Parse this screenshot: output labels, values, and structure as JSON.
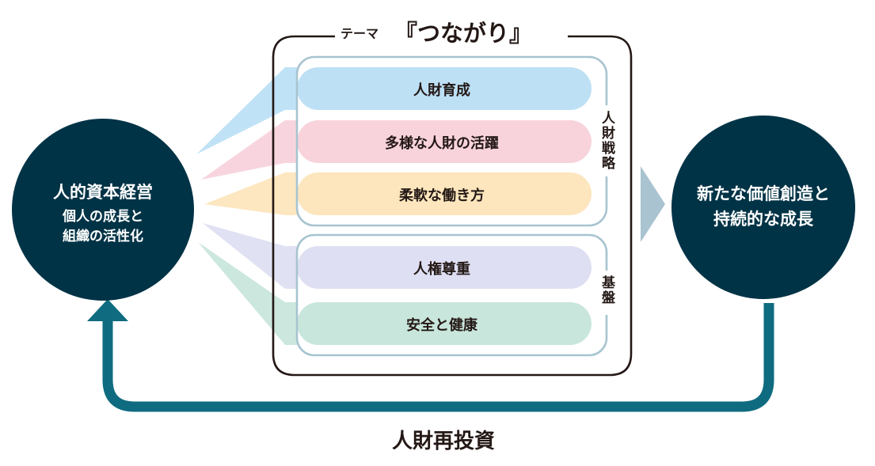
{
  "theme": {
    "prefix": "テーマ",
    "title": "『つながり』"
  },
  "left_circle": {
    "title": "人的資本経営",
    "line1": "個人の成長と",
    "line2": "組織の活性化"
  },
  "right_circle": {
    "line1": "新たな価値創造と",
    "line2": "持続的な成長"
  },
  "groups": {
    "strategy": {
      "label": "人財戦略",
      "items": [
        "人財育成",
        "多様な人財の活躍",
        "柔軟な働き方"
      ]
    },
    "foundation": {
      "label": "基盤",
      "items": [
        "人権尊重",
        "安全と健康"
      ]
    }
  },
  "loop": {
    "label": "人財再投資"
  },
  "colors": {
    "navy": "#013346",
    "teal_arrow": "#0f6b80",
    "chevron": "#a9c3d1",
    "frame": "#231815",
    "group_border": "#a7c4d0",
    "bar_1": "#bde0f5",
    "bar_2": "#f8d3dc",
    "bar_3": "#fde6bd",
    "bar_4": "#dedff2",
    "bar_5": "#c9e6dc"
  }
}
